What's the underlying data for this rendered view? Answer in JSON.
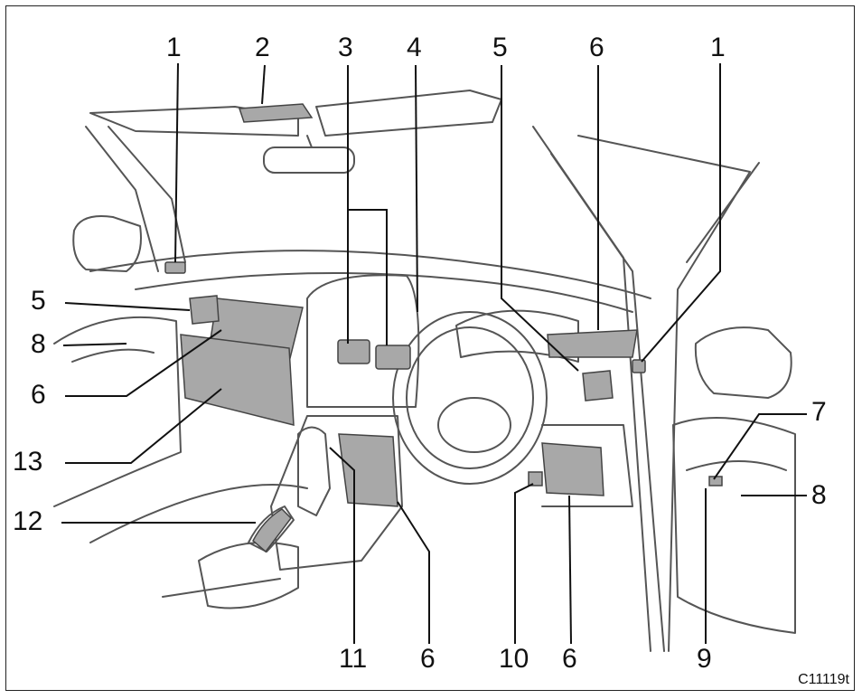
{
  "colors": {
    "line": "#555555",
    "shade": "#a8a8a8",
    "leader": "#111111"
  },
  "callouts": [
    {
      "id": "c1-left",
      "text": "1"
    },
    {
      "id": "c2",
      "text": "2"
    },
    {
      "id": "c3",
      "text": "3"
    },
    {
      "id": "c4",
      "text": "4"
    },
    {
      "id": "c5-top",
      "text": "5"
    },
    {
      "id": "c6-top",
      "text": "6"
    },
    {
      "id": "c1-right",
      "text": "1"
    },
    {
      "id": "c5-left",
      "text": "5"
    },
    {
      "id": "c8-left",
      "text": "8"
    },
    {
      "id": "c6-left",
      "text": "6"
    },
    {
      "id": "c13",
      "text": "13"
    },
    {
      "id": "c12",
      "text": "12"
    },
    {
      "id": "c7",
      "text": "7"
    },
    {
      "id": "c8-right",
      "text": "8"
    },
    {
      "id": "c11",
      "text": "11"
    },
    {
      "id": "c6-bottom-a",
      "text": "6"
    },
    {
      "id": "c10",
      "text": "10"
    },
    {
      "id": "c6-bottom-b",
      "text": "6"
    },
    {
      "id": "c9",
      "text": "9"
    }
  ],
  "figure_code": "C11119t"
}
